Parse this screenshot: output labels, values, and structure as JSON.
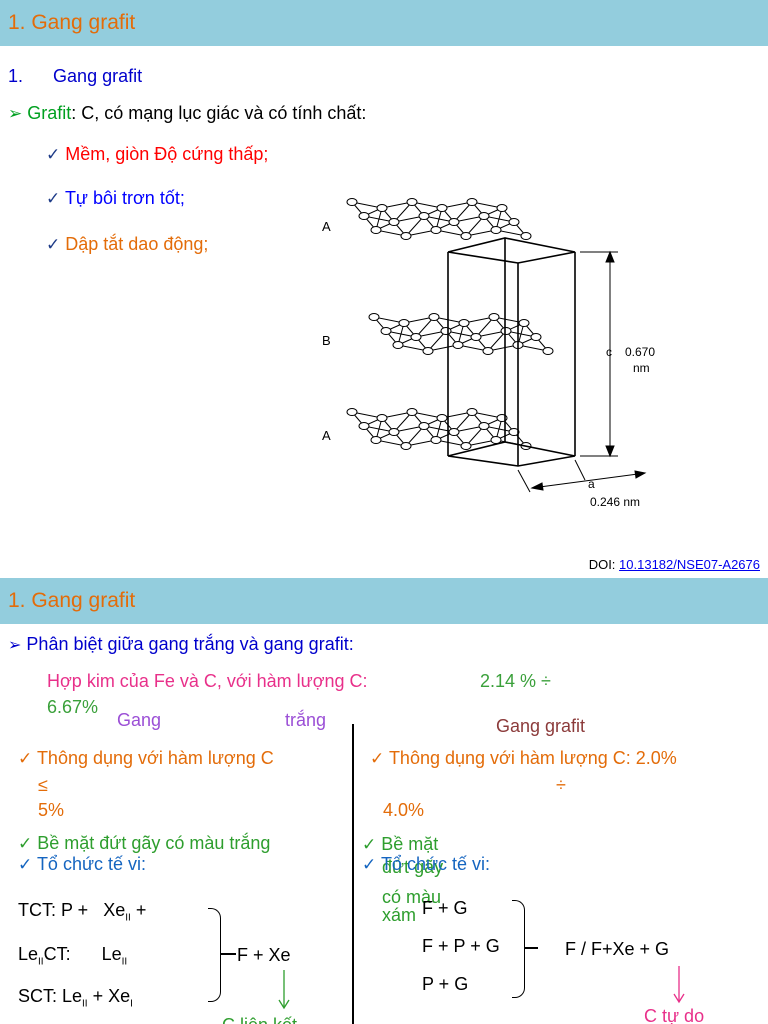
{
  "slide1": {
    "header": "1. Gang grafit",
    "list_number": "1.",
    "list_text": "Gang grafit",
    "bullet_term": "Grafit",
    "bullet_rest": ": C, có mạng lục giác và có tính chất:",
    "checks": [
      {
        "text": "Mềm, giòn  Độ cứng thấp;",
        "color": "#ff0000"
      },
      {
        "text": "Tự bôi trơn tốt;",
        "color": "#0000ff"
      },
      {
        "text": "Dập tắt dao động;",
        "color": "#e36c09"
      }
    ],
    "figure": {
      "layer_labels": [
        "A",
        "B",
        "A"
      ],
      "c_label": "c",
      "c_value": "0.670",
      "c_unit": "nm",
      "a_label": "a",
      "a_value": "0.246 nm"
    },
    "doi_prefix": "DOI:",
    "doi_link": "10.13182/NSE07-A2676"
  },
  "slide2": {
    "header": "1. Gang grafit",
    "bullet": "Phân biệt giữa gang trắng và gang grafit:",
    "alloy_line": "Hợp kim của Fe và C, với hàm lượng C:",
    "alloy_range_a": "2.14 % ÷",
    "alloy_range_b": "6.67%",
    "left": {
      "heading_a": "Gang",
      "heading_b": "trắng",
      "check1_a": "Thông dụng với hàm lượng C",
      "check1_b": "≤",
      "check1_c": "5%",
      "check2": "Bề mặt đứt gãy có màu trắng",
      "check3": "Tổ chức tế vi:",
      "row1_a": "TCT: P +",
      "row1_b": "Xe",
      "row1_sub": "II",
      "row1_c": "+",
      "row2_a": "Le",
      "row2_sub": "II",
      "row2_b": "CT:",
      "row2_c": "Le",
      "row2_sub2": "II",
      "row3_a": "SCT: Le",
      "row3_sub": "II",
      "row3_b": "+ Xe",
      "row3_sub2": "I",
      "result": "F + Xe",
      "arrow_label": "C liên kết"
    },
    "right": {
      "heading": "Gang  grafit",
      "check1_a": "Thông dụng với hàm lượng C: 2.0%",
      "check1_b": "÷",
      "check1_c": "4.0%",
      "check2_a": "Bề mặt",
      "check2_b": "đứt gãy",
      "check2_c": "có màu",
      "check2_d": "xám",
      "check3": "Tổ chức tế vi:",
      "row1": "F + G",
      "row2": "F + P + G",
      "row3": "P + G",
      "result": "F / F+Xe + G",
      "arrow_label": "C tự do"
    }
  },
  "colors": {
    "header_bar": "#93cddd",
    "header_text": "#e36c09",
    "navy": "#1f3c88",
    "green_term": "#00a020",
    "pink": "#e8308a",
    "alloy_green": "#3aa03a",
    "purple": "#9b4fd6",
    "dark_red": "#8b3a3a",
    "orange": "#e36c09",
    "green": "#2e9e2e",
    "blue": "#1565c0"
  }
}
